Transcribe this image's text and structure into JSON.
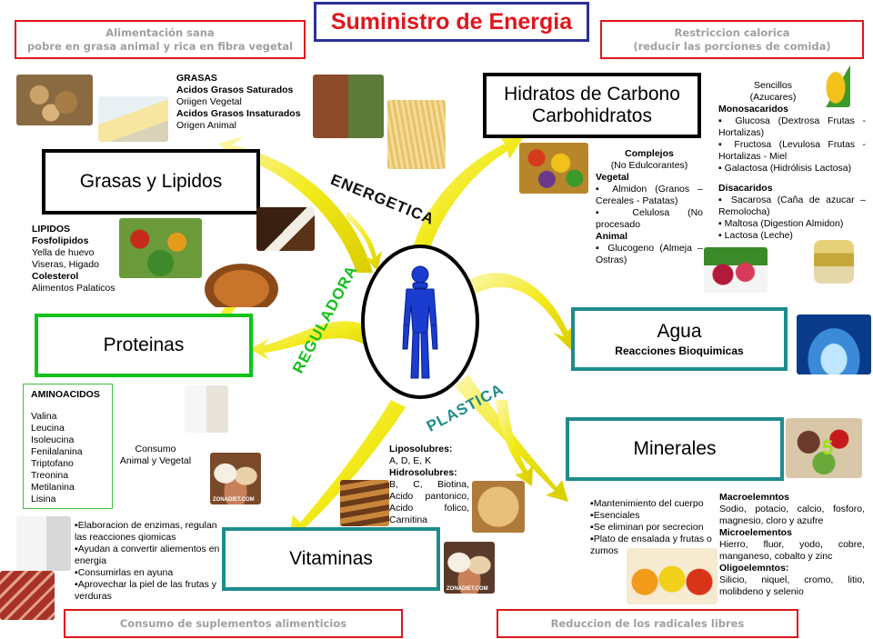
{
  "title": "Suministro de Energia",
  "corner_boxes": {
    "top_left": {
      "line1": "Alimentación sana",
      "line2": "pobre en grasa animal y rica en fibra vegetal"
    },
    "top_right": {
      "line1": "Restriccion calorica",
      "line2": "(reducir las porciones de comida)"
    },
    "bottom_left": {
      "line1": "Consumo de suplementos alimenticios"
    },
    "bottom_right": {
      "line1": "Reduccion de los radicales libres"
    }
  },
  "flow_labels": {
    "energetica": "ENERGETICA",
    "reguladora": "REGULADORA",
    "plastica": "PLASTICA"
  },
  "topics": {
    "grasas": {
      "title": "Grasas y Lipidos"
    },
    "hidratos": {
      "line1": "Hidratos de Carbono",
      "line2": "Carbohidratos"
    },
    "proteinas": {
      "title": "Proteinas"
    },
    "agua": {
      "title": "Agua",
      "sub": "Reacciones Bioquimicas"
    },
    "minerales": {
      "title": "Minerales"
    },
    "vitaminas": {
      "title": "Vitaminas"
    }
  },
  "grasas_text": {
    "h1": "GRASAS",
    "h2": "Acidos Grasos Saturados",
    "l1": "Oriigen Vegetal",
    "h3": "Acidos Grasos Insaturados",
    "l2": "Origen Animal"
  },
  "lipidos_text": {
    "h1": "LIPIDOS",
    "h2": "Fosfolipidos",
    "l1": "Yella de huevo",
    "l2": "Viseras, Higado",
    "h3": "Colesterol",
    "l3": "Alimentos Palaticos"
  },
  "complejos_text": {
    "h1": "Complejos",
    "l1": "(No Edulcorantes)",
    "h2": "Vegetal",
    "l2": "▪ Almidon (Granos – Cereales - Patatas)",
    "l3": "▪ Celulosa (No procesado",
    "h3": "Animal",
    "l4": "▪ Glucogeno (Almeja – Ostras)"
  },
  "sencillos_text": {
    "l1": "Sencillos",
    "l2": "(Azucares)",
    "h1": "Monosacaridos",
    "l3": "▪ Glucosa (Dextrosa Frutas - Hortalizas)",
    "l4": "▪ Fructosa (Levulosa Frutas - Hortalizas - Miel",
    "l5": "▪ Galactosa (Hidrólisis Lactosa)",
    "h2": "Disacaridos",
    "l6": "▪ Sacarosa (Caña de azucar – Remolocha)",
    "l7": "▪ Maltosa (Digestion Almidon)",
    "l8": "▪ Lactosa (Leche)"
  },
  "aminoacidos": {
    "header": "AMINOACIDOS",
    "items": [
      "Valina",
      "Leucina",
      "Isoleucina",
      "Fenilalanina",
      "Triptofano",
      "Treonina",
      "Metilanina",
      "Lisina"
    ]
  },
  "consumo_text": {
    "l1": "Consumo",
    "l2": "Animal y Vegetal"
  },
  "vitaminas_text": {
    "h1": "Liposolubres:",
    "l1": "A, D, E, K",
    "h2": "Hidrosolubres:",
    "l2": "B, C, Biotina, Acido pantonico, Acido folico, Carnitina"
  },
  "proteinas_bullets": [
    "▪Elaboracion de enzimas, regulan las reacciones qiomicas",
    "▪Ayudan a convertir aliementos en energia",
    "▪Consumirlas en ayuna",
    "▪Aprovechar la piel de las frutas y verduras"
  ],
  "minerales_bullets": [
    "▪Mantenimiento del cuerpo",
    "▪Esenciales",
    "▪Se eliminan por secrecion",
    "▪Plato de ensalada y frutas o zumos"
  ],
  "minerales_text": {
    "h1": "Macroelemntos",
    "l1": "Sodio, potacio, calcio, fosforo, magnesio, cloro y azufre",
    "h2": "Microelementos",
    "l2": "Hierro, fluor, yodo, cobre, manganeso, cobalto y zinc",
    "h3": "Oligoelemntos:",
    "l3": "Silicio, niquel, cromo, litio, molibdeno y selenio"
  },
  "watermarks": {
    "a": "ZONADIET.COM",
    "b": "ZONADIET.COM"
  },
  "minerales_number": "5",
  "colors": {
    "title": "#e0161b",
    "title_border": "#2a2f9a",
    "red_border": "#e0161b",
    "green_label": "#12c11a",
    "teal_label": "#1e8c8c",
    "arrow": "#f2ea1a",
    "figure": "#1a3ccf"
  }
}
